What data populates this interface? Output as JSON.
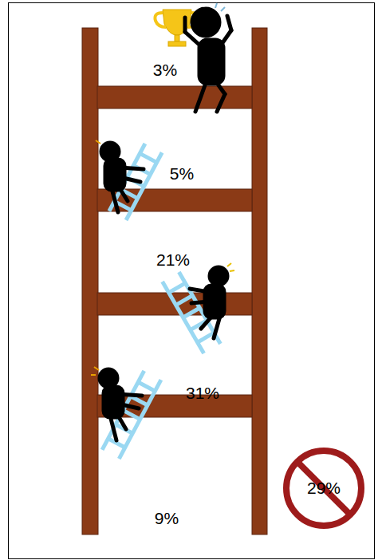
{
  "diagram": {
    "nodes": [
      {
        "text": [
          "29%"
        ]
      }
    ],
    "labels": [
      "3%",
      "5%",
      "21%",
      "31%",
      "9%"
    ]
  }
}
